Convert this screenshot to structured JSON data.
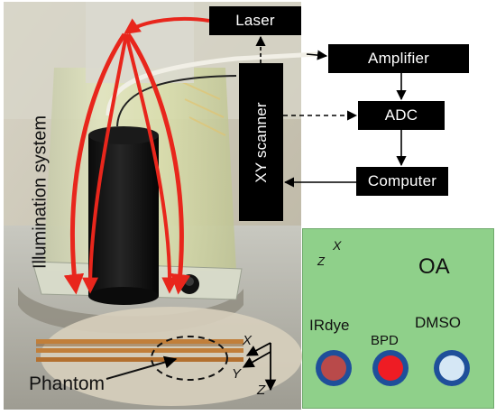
{
  "blocks": {
    "laser": "Laser",
    "amplifier": "Amplifier",
    "adc": "ADC",
    "computer": "Computer",
    "xy_scanner": "XY scanner"
  },
  "labels": {
    "illumination": "Illumination system",
    "phantom": "Phantom"
  },
  "axes": {
    "x": "X",
    "y": "Y",
    "z": "Z"
  },
  "oa_panel": {
    "title": "OA",
    "samples": [
      "IRdye",
      "BPD",
      "DMSO"
    ],
    "colors": {
      "panel": "#8fd08a",
      "ring": "#1f4f9a",
      "irdye": "#b94a4a",
      "bpd": "#ee1c24",
      "dmso": "#d5e7f5"
    }
  },
  "colors": {
    "light_path": "#e8261c",
    "block_fill": "#000000",
    "block_text": "#ffffff"
  }
}
